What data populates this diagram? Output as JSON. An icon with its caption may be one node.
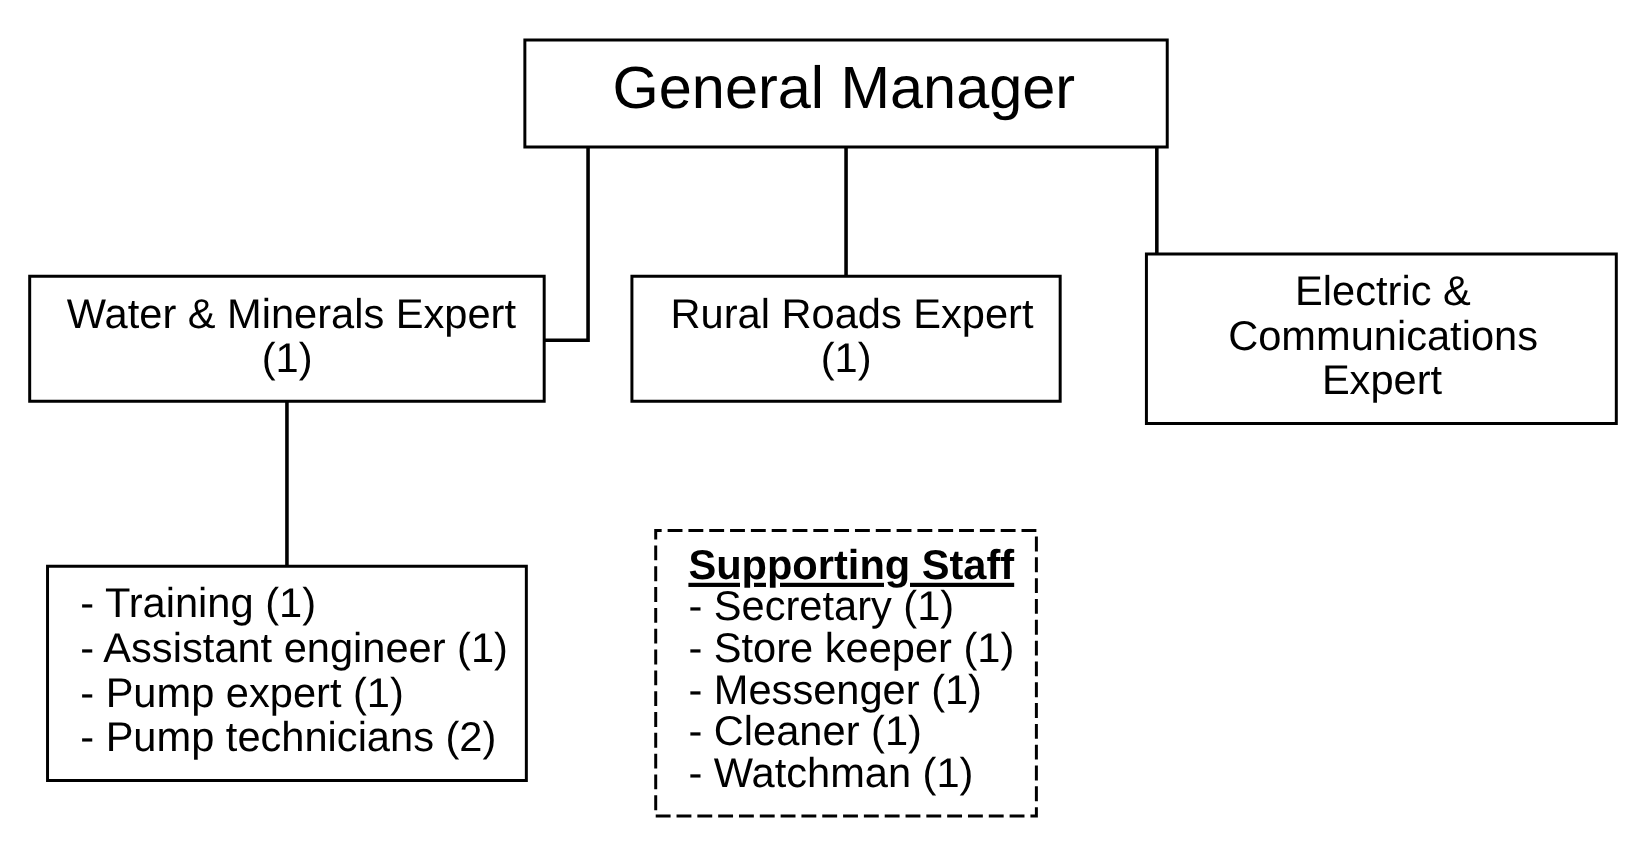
{
  "diagram": {
    "nodes": [
      {
        "text": [
          "General Manager"
        ]
      },
      {
        "text": [
          "Water & Minerals Expert (1)"
        ]
      },
      {
        "text": [
          "Rural Roads Expert (1)"
        ]
      },
      {
        "text": [
          "Electric & Communications Expert"
        ]
      },
      {
        "text": [
          "- Training (1)",
          "- Assistant engineer (1)",
          "- Pump expert (1)",
          "- Pump technicians (2)"
        ]
      },
      {
        "text": [
          "Supporting Staff",
          "- Secretary (1)",
          "- Store keeper (1)",
          "- Messenger (1)",
          "- Cleaner (1)",
          "- Watchman (1)"
        ]
      }
    ],
    "edges": [
      {
        "from": 0,
        "to": 1,
        "arrow": "none"
      },
      {
        "from": 0,
        "to": 2,
        "arrow": "none"
      },
      {
        "from": 0,
        "to": 3,
        "arrow": "none"
      },
      {
        "from": 1,
        "to": 4,
        "arrow": "none"
      }
    ]
  }
}
